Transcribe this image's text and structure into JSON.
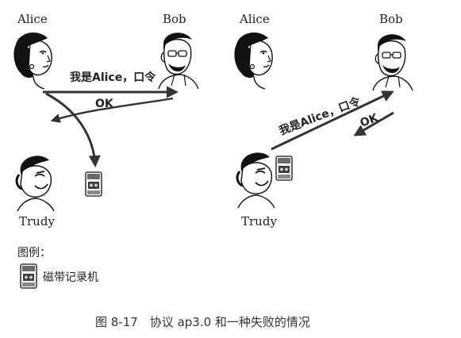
{
  "labels": {
    "alice": "Alice",
    "bob": "Bob",
    "trudy": "Trudy"
  },
  "messages": {
    "claim": "我是Alice，口令",
    "ok": "OK"
  },
  "legend": {
    "title": "图例：",
    "item": "磁带记录机"
  },
  "caption": "图 8-17　协议 ap3.0 和一种失败的情况",
  "colors": {
    "ink": "#222222",
    "arrow": "#333333",
    "hair": "#111111",
    "recorder": "#6a6a6a"
  }
}
